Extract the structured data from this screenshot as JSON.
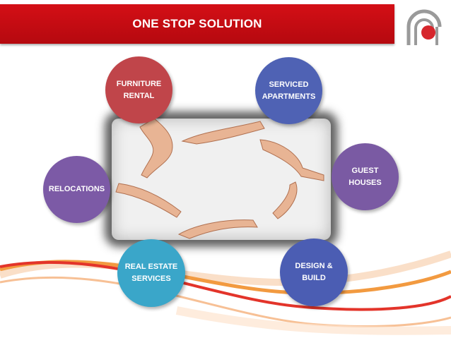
{
  "header": {
    "title": "ONE STOP SOLUTION"
  },
  "logo": {
    "icon": "company-logo-icon",
    "accent_color": "#d6262c",
    "line_color": "#9a9a9a"
  },
  "services": [
    {
      "label": "FURNITURE\nRENTAL",
      "color": "#c0454a",
      "icon": "none"
    },
    {
      "label": "SERVICED\nAPARTMENTS",
      "color": "#4f62b4"
    },
    {
      "label": "GUEST\nHOUSES",
      "color": "#7a5aa3"
    },
    {
      "label": "DESIGN &\nBUILD",
      "color": "#4b5db3"
    },
    {
      "label": "REAL ESTATE\nSERVICES",
      "color": "#3aa6c9"
    },
    {
      "label": "RELOCATIONS",
      "color": "#7c5aa6"
    }
  ],
  "center_image": {
    "icon": "circle-of-hands-image"
  },
  "decor": {
    "swoosh_colors": [
      "#e3342a",
      "#f29a40",
      "#f7c9a3"
    ]
  }
}
